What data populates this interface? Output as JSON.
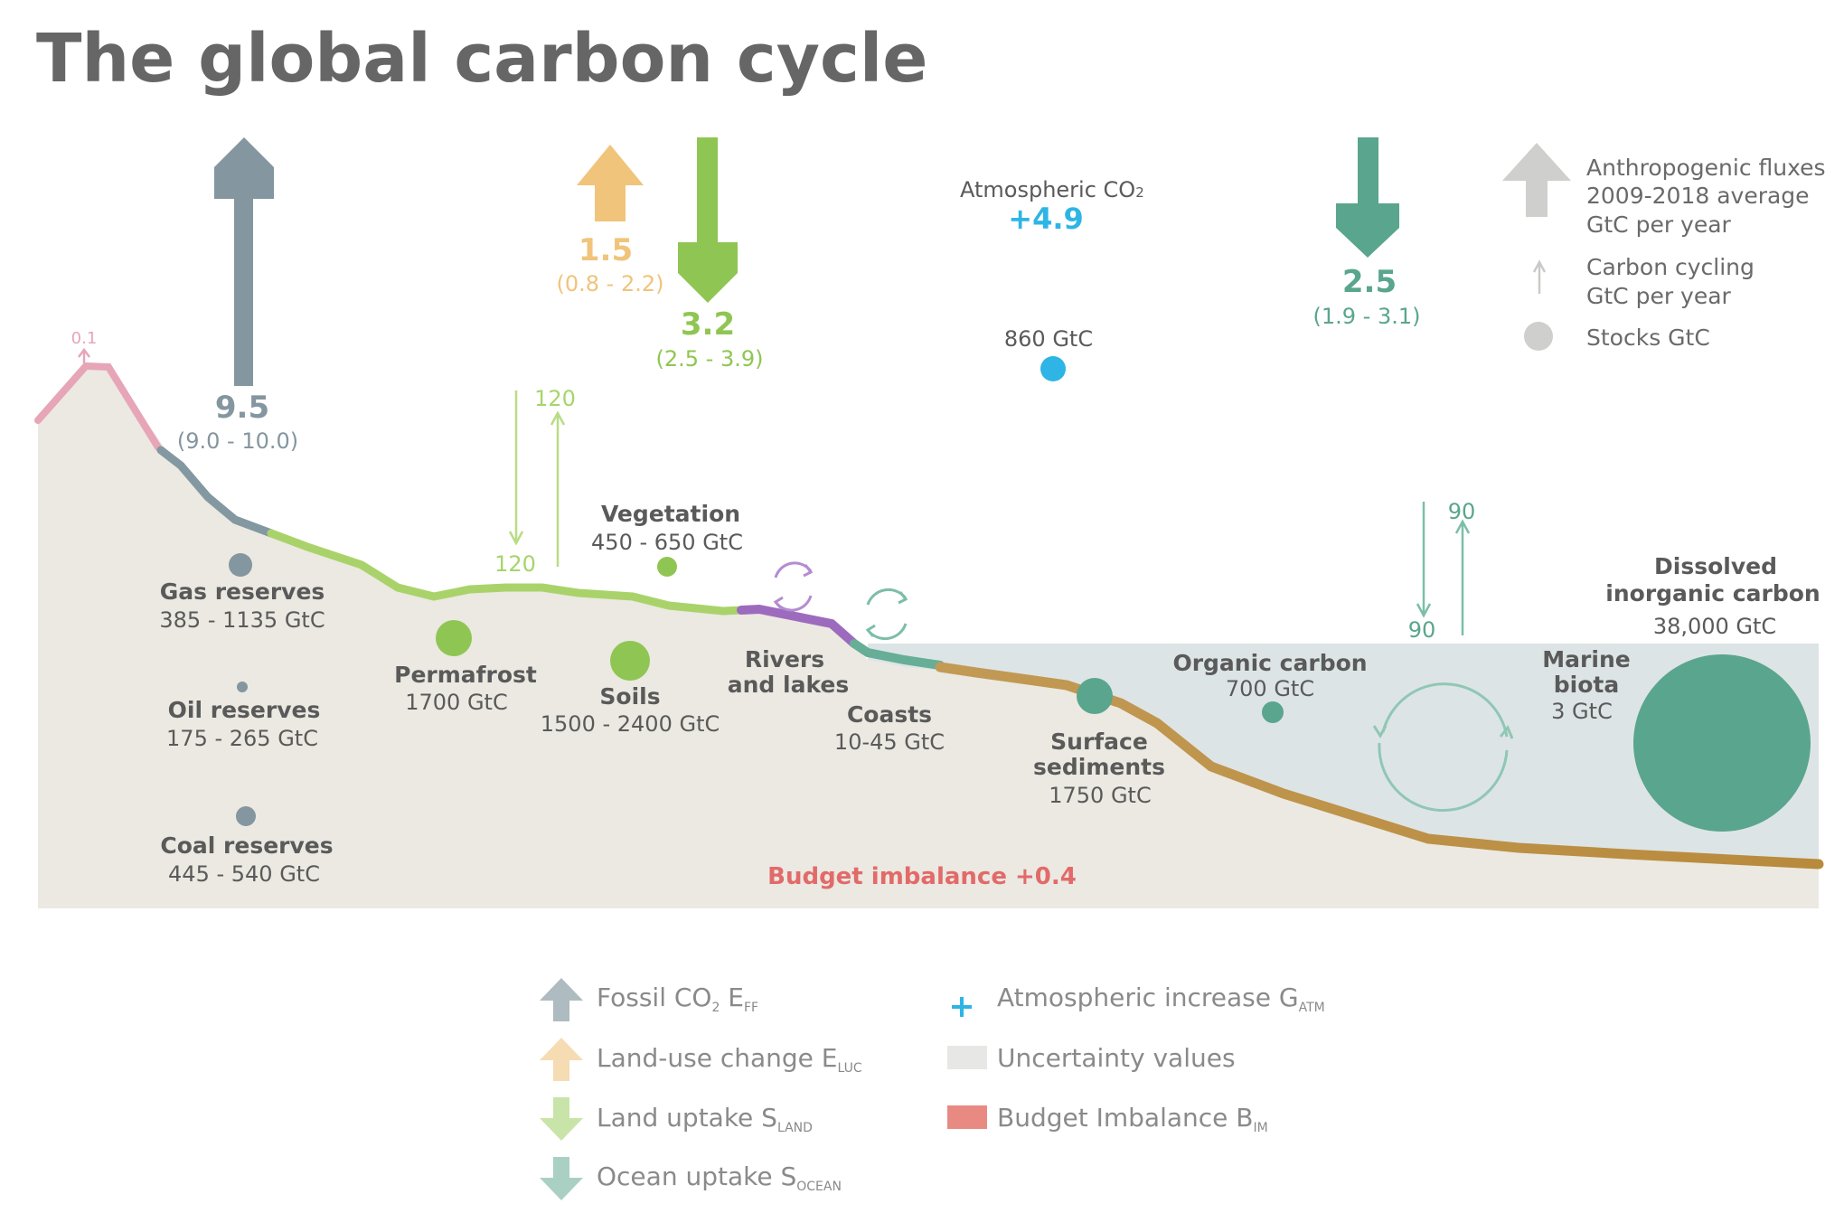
{
  "title": "The global carbon cycle",
  "fluxes": {
    "fossil": {
      "value": "9.5",
      "range": "(9.0 - 10.0)"
    },
    "land_use": {
      "value": "1.5",
      "range": "(0.8 - 2.2)"
    },
    "land_uptake": {
      "value": "3.2",
      "range": "(2.5 - 3.9)"
    },
    "atmospheric": {
      "label": "Atmospheric CO",
      "sub": "2",
      "value": "+4.9"
    },
    "ocean_uptake": {
      "value": "2.5",
      "range": "(1.9 - 3.1)"
    },
    "volcanic": {
      "value": "0.1"
    },
    "budget_imbalance": "Budget imbalance +0.4"
  },
  "cycling": {
    "land_down": "120",
    "land_up": "120",
    "ocean_down": "90",
    "ocean_up": "90"
  },
  "stocks": {
    "atmosphere": "860 GtC",
    "gas": {
      "name": "Gas reserves",
      "value": "385 - 1135 GtC"
    },
    "oil": {
      "name": "Oil reserves",
      "value": "175 - 265 GtC"
    },
    "coal": {
      "name": "Coal reserves",
      "value": "445 - 540 GtC"
    },
    "permafrost": {
      "name": "Permafrost",
      "value": "1700 GtC"
    },
    "soils": {
      "name": "Soils",
      "value": "1500 - 2400 GtC"
    },
    "vegetation": {
      "name": "Vegetation",
      "value": "450 - 650 GtC"
    },
    "rivers": {
      "name1": "Rivers",
      "name2": "and lakes"
    },
    "coasts": {
      "name": "Coasts",
      "value": "10-45 GtC"
    },
    "sediments": {
      "name1": "Surface",
      "name2": "sediments",
      "value": "1750 GtC"
    },
    "organic": {
      "name": "Organic carbon",
      "value": "700 GtC"
    },
    "marine": {
      "name1": "Marine",
      "name2": "biota",
      "value": "3 GtC"
    },
    "dic": {
      "name1": "Dissolved",
      "name2": "inorganic carbon",
      "value": "38,000 GtC"
    }
  },
  "legend": {
    "anthro": [
      "Anthropogenic fluxes",
      "2009-2018 average",
      "GtC per year"
    ],
    "cycling": [
      "Carbon cycling",
      "GtC per year"
    ],
    "stocks": "Stocks GtC"
  },
  "key": {
    "fossil": {
      "label": "Fossil CO",
      "sub1": "2",
      "mid": " E",
      "sub2": "FF"
    },
    "land_use": {
      "label": "Land-use change E",
      "sub": "LUC"
    },
    "land_uptake": {
      "label": "Land uptake S",
      "sub": "LAND"
    },
    "ocean_uptake": {
      "label": "Ocean uptake S",
      "sub": "OCEAN"
    },
    "atm_increase": {
      "label": "Atmospheric increase G",
      "sub": "ATM"
    },
    "uncertainty": "Uncertainty values",
    "imbalance": {
      "label": "Budget Imbalance B",
      "sub": "IM"
    }
  },
  "colors": {
    "fossil": "#84969f",
    "land_use": "#f0c47a",
    "land_uptake": "#8fc653",
    "ocean_uptake": "#5aa58d",
    "atmosphere": "#2eb5e5",
    "imbalance": "#e26a6a",
    "ground": "#ebe9e1",
    "ocean": "#dde4e6",
    "legend_grey": "#cfd0cd"
  }
}
